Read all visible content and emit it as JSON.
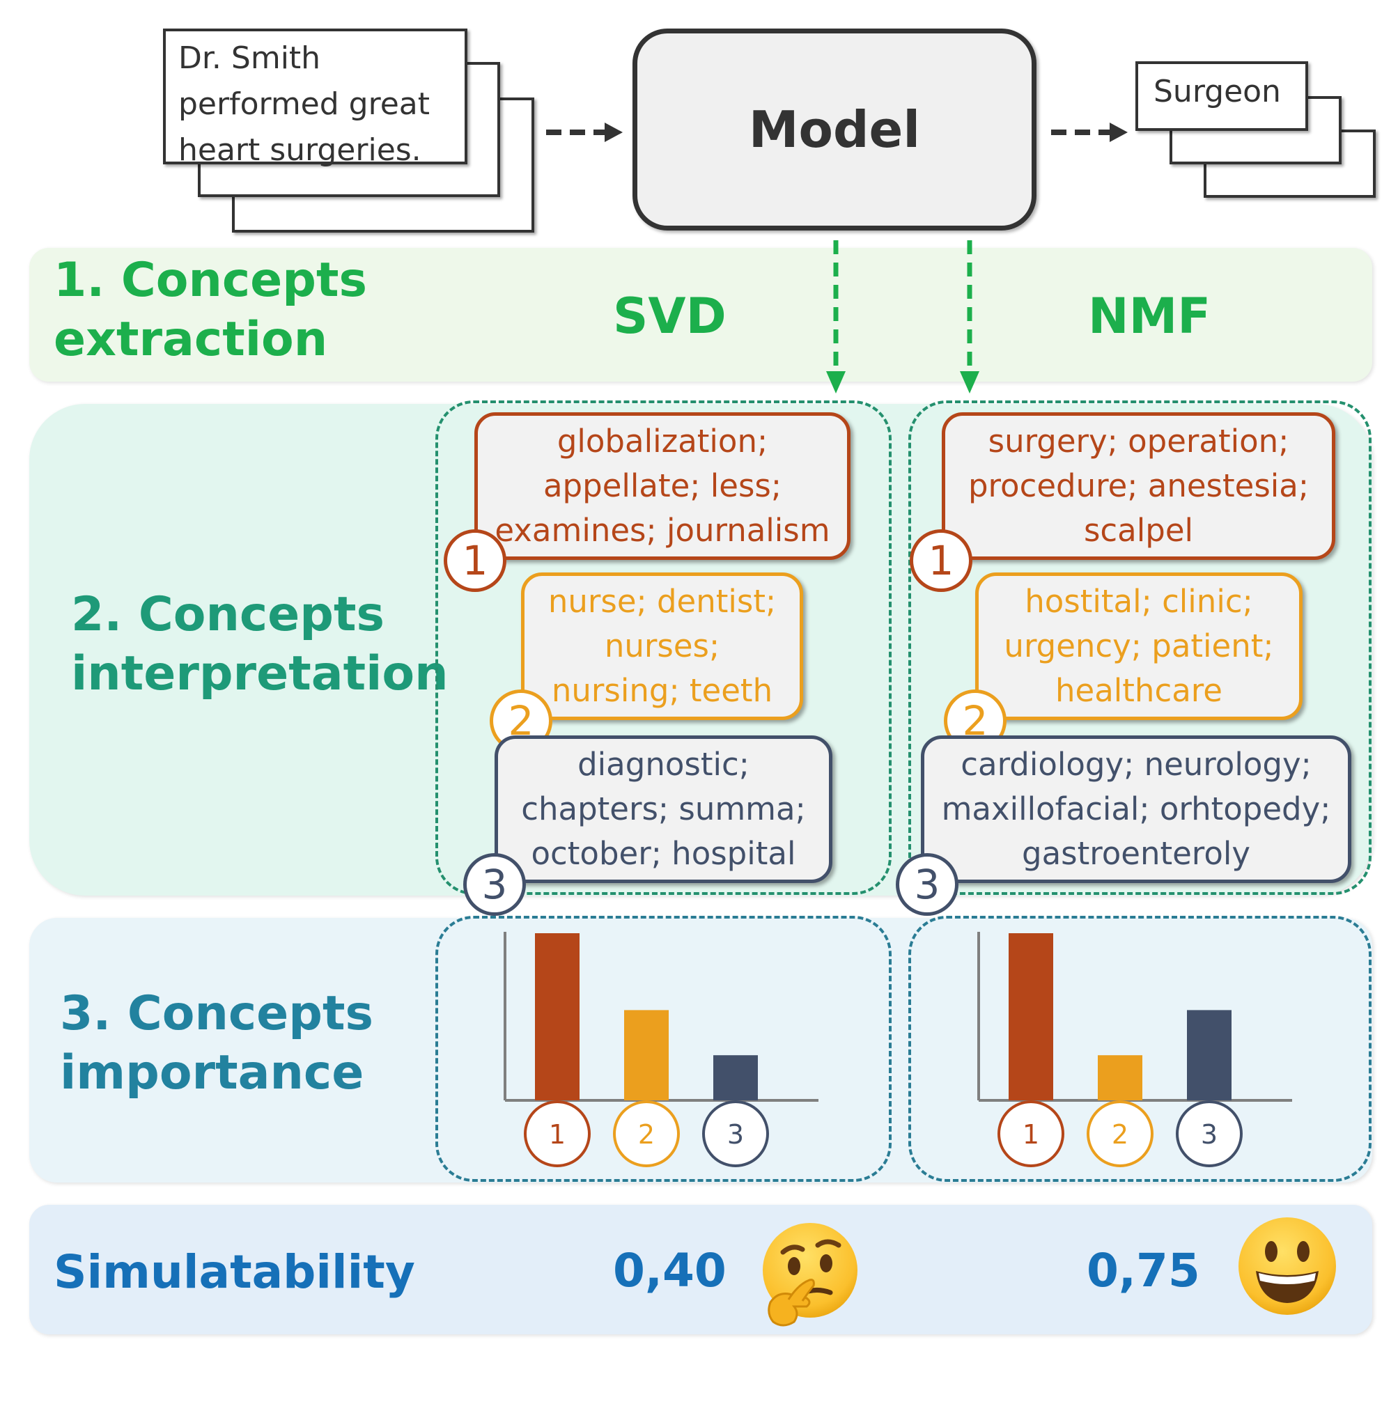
{
  "input": {
    "text": "Dr. Smith\nperformed great\nheart surgeries."
  },
  "model": {
    "label": "Model"
  },
  "output": {
    "text": "Surgeon"
  },
  "steps": {
    "extraction": "1. Concepts\nextraction",
    "interpretation": "2. Concepts\ninterpretation",
    "importance": "3. Concepts\nimportance",
    "simulatability": "Simulatability"
  },
  "methods": [
    {
      "name": "SVD",
      "concepts": [
        {
          "id": "1",
          "words": "globalization;\nappellate; less;\nexamines; journalism"
        },
        {
          "id": "2",
          "words": "nurse; dentist;\nnurses;\nnursing; teeth"
        },
        {
          "id": "3",
          "words": "diagnostic;\nchapters; summa;\noctober; hospital"
        }
      ],
      "score": "0,40",
      "emoji": "thinking-face"
    },
    {
      "name": "NMF",
      "concepts": [
        {
          "id": "1",
          "words": "surgery; operation;\nprocedure; anestesia;\nscalpel"
        },
        {
          "id": "2",
          "words": "hostital; clinic;\nurgency; patient;\nhealthcare"
        },
        {
          "id": "3",
          "words": "cardiology; neurology;\nmaxillofacial; orhtopedy;\ngastroenteroly"
        }
      ],
      "score": "0,75",
      "emoji": "grinning-face"
    }
  ],
  "colors": {
    "concept1": "#b54619",
    "concept2": "#eb9f1e",
    "concept3": "#42506a"
  },
  "chart_data": [
    {
      "type": "bar",
      "categories": [
        "1",
        "2",
        "3"
      ],
      "values": [
        1.0,
        0.54,
        0.27
      ],
      "ylim": [
        0,
        1
      ]
    },
    {
      "type": "bar",
      "categories": [
        "1",
        "2",
        "3"
      ],
      "values": [
        1.0,
        0.27,
        0.54
      ],
      "ylim": [
        0,
        1
      ]
    }
  ]
}
